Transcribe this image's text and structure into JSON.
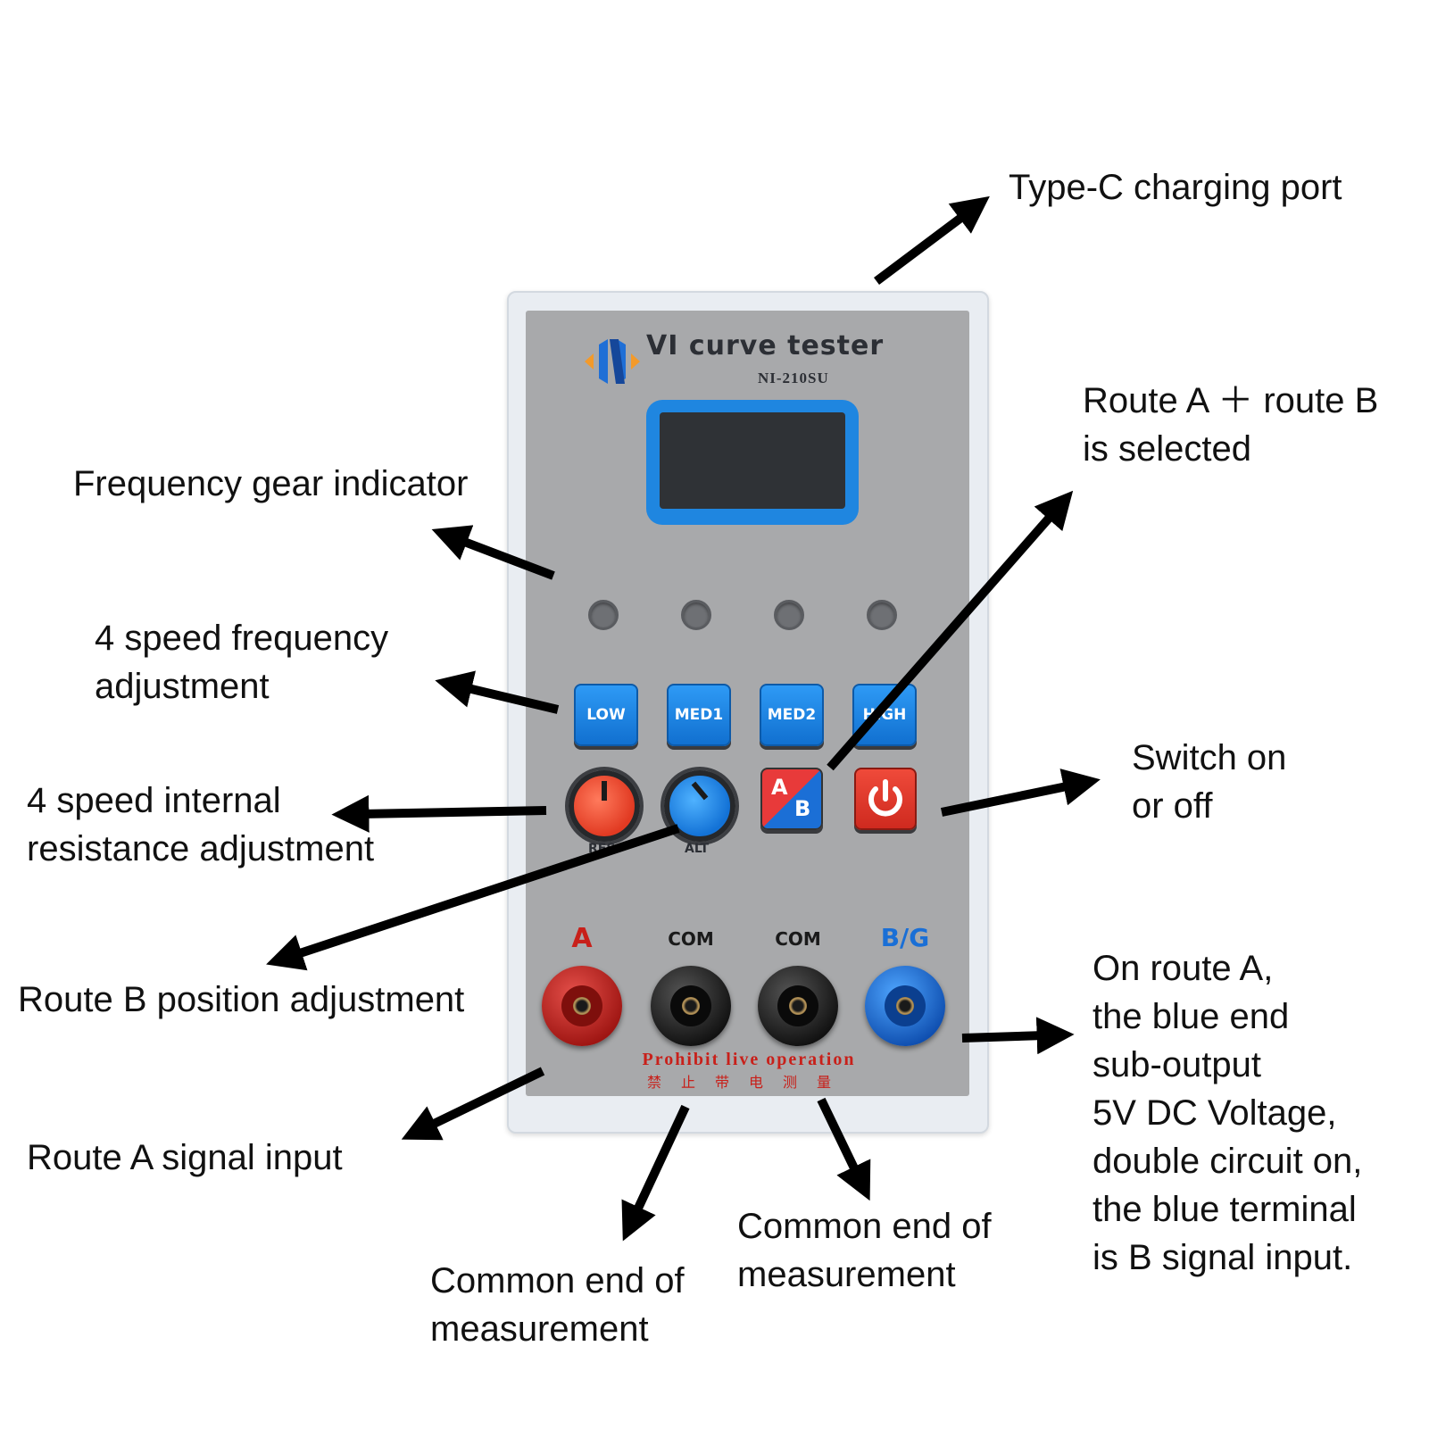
{
  "device": {
    "brand_title": "VI curve tester",
    "model": "NI-210SU",
    "freq_buttons": [
      "LOW",
      "MED1",
      "MED2",
      "HIGH"
    ],
    "knob_labels": [
      "RES",
      "ALT"
    ],
    "ab_button": {
      "a": "A",
      "b": "B"
    },
    "jacks": [
      {
        "label": "A",
        "color": "#c8201a"
      },
      {
        "label": "COM",
        "color": "#1a1a1a"
      },
      {
        "label": "COM",
        "color": "#1a1a1a"
      },
      {
        "label": "B/G",
        "color": "#1a6fd6"
      }
    ],
    "warning_en": "Prohibit live operation",
    "warning_cn": "禁止带电测量"
  },
  "callouts": {
    "type_c": [
      "Type-C charging port"
    ],
    "route_ab": [
      "Route A ＋ route B",
      "is selected"
    ],
    "freq_indicator": [
      "Frequency gear indicator"
    ],
    "speed_freq": [
      "4 speed frequency",
      "adjustment"
    ],
    "internal_res": [
      "4 speed internal",
      "resistance adjustment"
    ],
    "switch": [
      "Switch on",
      "or off"
    ],
    "route_b_pos": [
      "Route B position adjustment"
    ],
    "route_a_input": [
      "Route A signal input"
    ],
    "common_1": [
      "Common end of",
      "measurement"
    ],
    "common_2": [
      "Common end of",
      "measurement"
    ],
    "blue_end": [
      "On route A,",
      "the blue end",
      "sub-output",
      "5V DC Voltage,",
      "double circuit on,",
      "the blue terminal",
      "is B signal  input."
    ]
  }
}
